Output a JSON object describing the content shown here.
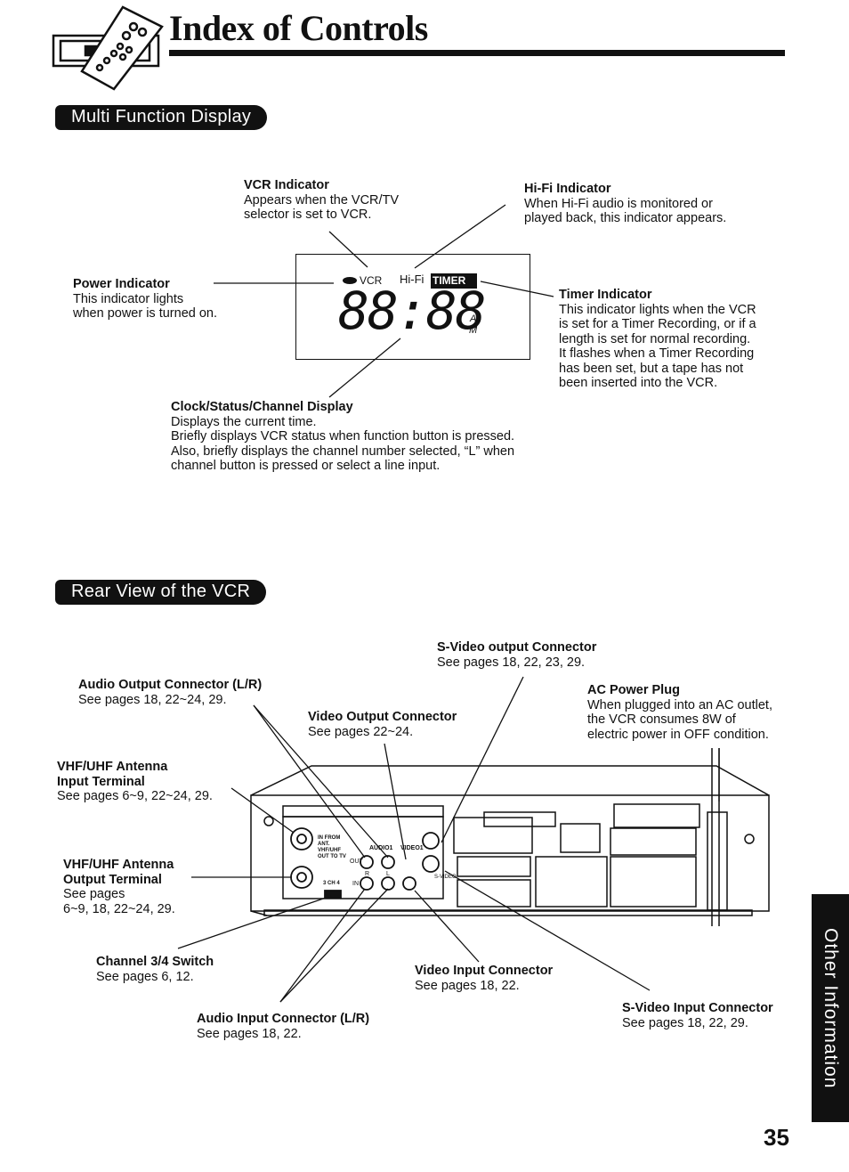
{
  "header": {
    "title": "Index of Controls"
  },
  "sections": {
    "multi_function": "Multi Function Display",
    "rear_view": "Rear View of the VCR"
  },
  "display": {
    "vcr_word": "VCR",
    "hifi_word": "Hi-Fi",
    "timer_word": "TIMER",
    "digits": "88:88",
    "am": "A",
    "pm": "M"
  },
  "display_labels": {
    "vcr_indicator": {
      "title": "VCR Indicator",
      "lines": [
        "Appears when the VCR/TV",
        "selector is set to VCR."
      ]
    },
    "hifi_indicator": {
      "title": "Hi-Fi Indicator",
      "lines": [
        "When Hi-Fi audio is monitored or",
        "played back, this indicator appears."
      ]
    },
    "power_indicator": {
      "title": "Power Indicator",
      "lines": [
        "This indicator lights",
        "when power is turned on."
      ]
    },
    "timer_indicator": {
      "title": "Timer Indicator",
      "lines": [
        "This indicator lights when the VCR",
        "is set for a Timer Recording, or if a",
        "length is set for normal recording.",
        "It flashes when a Timer Recording",
        "has been set, but a tape has not",
        "been inserted into the VCR."
      ]
    },
    "clock_display": {
      "title": "Clock/Status/Channel Display",
      "lines": [
        "Displays the current time.",
        "Briefly displays VCR status when function button is pressed.",
        "Also, briefly displays the channel number selected, “L” when",
        "channel button is pressed or select a line input."
      ]
    }
  },
  "rear_labels": {
    "svideo_out": {
      "title": "S-Video output Connector",
      "lines": [
        "See pages 18, 22, 23, 29."
      ]
    },
    "audio_out": {
      "title": "Audio Output Connector (L/R)",
      "lines": [
        "See pages 18, 22~24, 29."
      ]
    },
    "video_out": {
      "title": "Video Output Connector",
      "lines": [
        "See pages 22~24."
      ]
    },
    "ac_plug": {
      "title": "AC Power Plug",
      "lines": [
        "When plugged into an AC outlet,",
        "the VCR consumes 8W of",
        "electric power in OFF condition."
      ]
    },
    "antenna_in": {
      "title": "VHF/UHF Antenna",
      "title2": "Input Terminal",
      "lines": [
        "See pages 6~9, 22~24, 29."
      ]
    },
    "antenna_out": {
      "title": "VHF/UHF Antenna",
      "title2": "Output Terminal",
      "lines": [
        "See pages",
        "6~9, 18, 22~24, 29."
      ]
    },
    "channel_switch": {
      "title": "Channel 3/4 Switch",
      "lines": [
        "See pages 6, 12."
      ]
    },
    "video_in": {
      "title": "Video Input Connector",
      "lines": [
        "See pages 18, 22."
      ]
    },
    "svideo_in": {
      "title": "S-Video Input Connector",
      "lines": [
        "See pages 18, 22, 29."
      ]
    },
    "audio_in": {
      "title": "Audio Input Connector (L/R)",
      "lines": [
        "See pages 18, 22."
      ]
    }
  },
  "panel_text": {
    "in_from": "IN FROM",
    "ant": "ANT.",
    "vhf_uhf": "VHF/UHF",
    "out_to_tv": "OUT TO TV",
    "ch": "3 CH 4",
    "audio": "AUDIO1",
    "video": "VIDEO1",
    "out": "OUT",
    "in": "IN",
    "r": "R",
    "l": "L",
    "svideo": "S-VIDEO"
  },
  "side_tab": "Other Information",
  "page_number": "35"
}
